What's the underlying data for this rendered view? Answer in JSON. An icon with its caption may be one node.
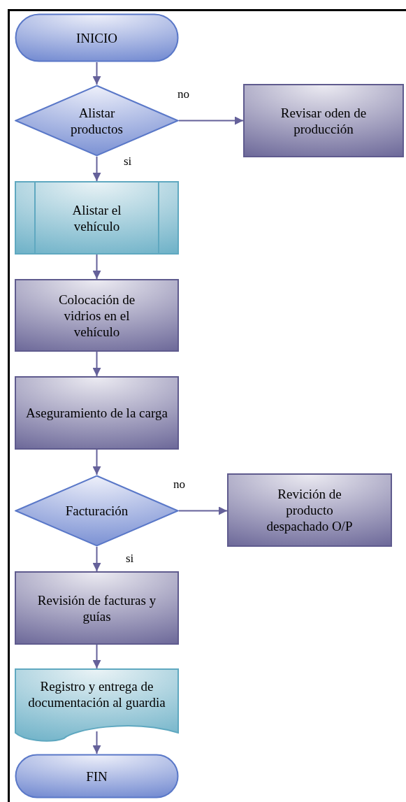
{
  "diagram": {
    "nodes": [
      {
        "text": [
          "INICIO"
        ]
      },
      {
        "text": [
          "Alistar productos"
        ]
      },
      {
        "text": [
          "Revisar oden de producción"
        ]
      },
      {
        "text": [
          "Alistar el vehículo"
        ]
      },
      {
        "text": [
          "Colocación de vidrios en el vehículo"
        ]
      },
      {
        "text": [
          "Aseguramiento de la carga"
        ]
      },
      {
        "text": [
          "Facturación"
        ]
      },
      {
        "text": [
          "Revición de producto despachado O/P"
        ]
      },
      {
        "text": [
          "Revisión de facturas y guías"
        ]
      },
      {
        "text": [
          "Registro y entrega de documentación al guardia"
        ]
      },
      {
        "text": [
          "FIN"
        ]
      }
    ],
    "edges": [
      {
        "from": 0,
        "to": 1,
        "arrow": "to"
      },
      {
        "from": 1,
        "to": 2,
        "arrow": "to",
        "label": "no"
      },
      {
        "from": 1,
        "to": 3,
        "arrow": "to",
        "label": "si"
      },
      {
        "from": 3,
        "to": 4,
        "arrow": "to"
      },
      {
        "from": 4,
        "to": 5,
        "arrow": "to"
      },
      {
        "from": 5,
        "to": 6,
        "arrow": "to"
      },
      {
        "from": 6,
        "to": 7,
        "arrow": "to",
        "label": "no"
      },
      {
        "from": 6,
        "to": 8,
        "arrow": "to",
        "label": "si"
      },
      {
        "from": 8,
        "to": 9,
        "arrow": "to"
      },
      {
        "from": 9,
        "to": 10,
        "arrow": "to"
      }
    ]
  }
}
